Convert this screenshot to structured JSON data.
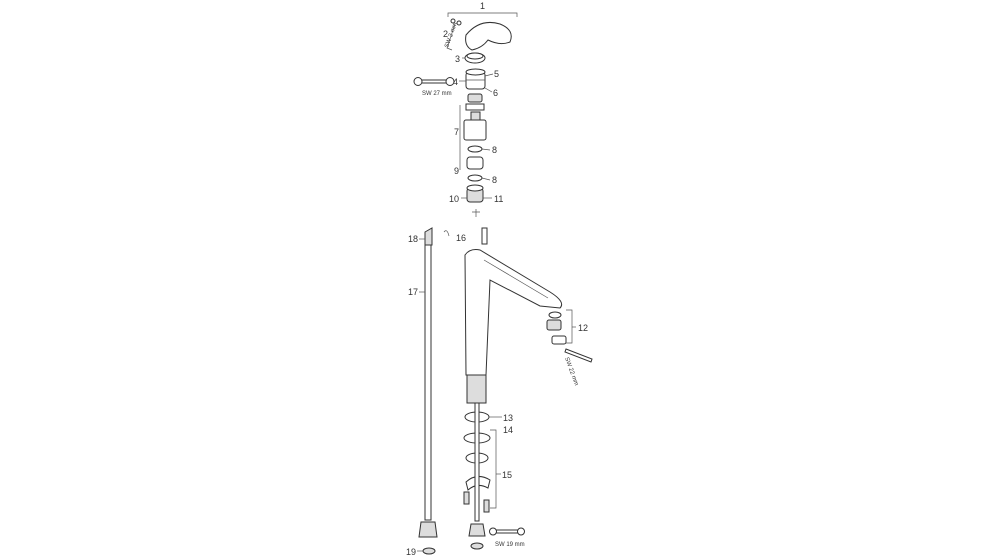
{
  "diagram": {
    "part_labels": {
      "p1": "1",
      "p2": "2",
      "p3": "3",
      "p4": "4",
      "p5": "5",
      "p6": "6",
      "p7": "7",
      "p8a": "8",
      "p8b": "8",
      "p9": "9",
      "p10": "10",
      "p11": "11",
      "p12": "12",
      "p13": "13",
      "p14": "14",
      "p15": "15",
      "p16": "16",
      "p17": "17",
      "p18": "18",
      "p19": "19"
    },
    "tool_labels": {
      "sw2": "SW 2 mm",
      "sw27": "SW 27 mm",
      "sw22": "SW 22 mm",
      "sw19": "SW 19 mm"
    }
  }
}
